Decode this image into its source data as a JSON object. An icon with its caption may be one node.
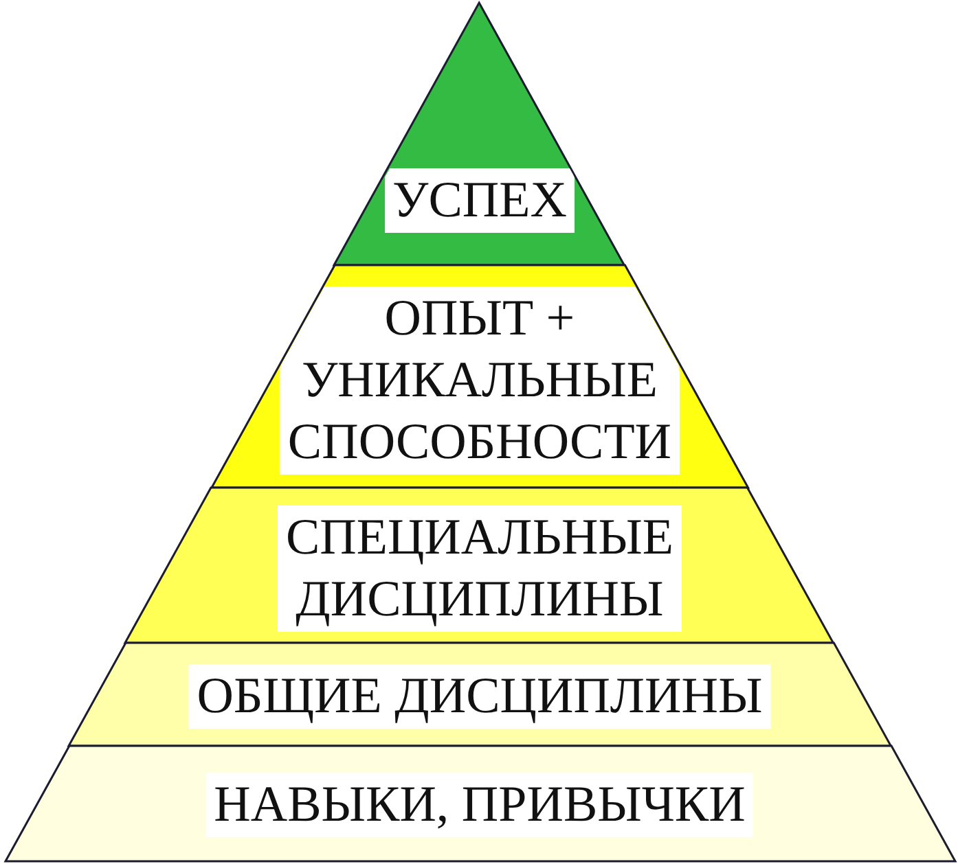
{
  "diagram": {
    "nodes": [
      {
        "text": [
          "УСПЕХ"
        ]
      },
      {
        "text": [
          "ОПЫТ + УНИКАЛЬНЫЕ СПОСОБНОСТИ"
        ]
      },
      {
        "text": [
          "СПЕЦИАЛЬНЫЕ ДИСЦИПЛИНЫ"
        ]
      },
      {
        "text": [
          "ОБЩИЕ ДИСЦИПЛИНЫ"
        ]
      },
      {
        "text": [
          "НАВЫКИ, ПРИВЫЧКИ"
        ]
      }
    ]
  }
}
